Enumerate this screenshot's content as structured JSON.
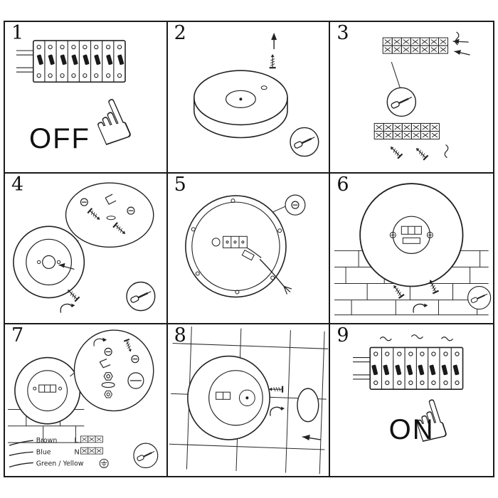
{
  "panels": [
    {
      "number": "1",
      "caption": "OFF"
    },
    {
      "number": "2"
    },
    {
      "number": "3"
    },
    {
      "number": "4"
    },
    {
      "number": "5"
    },
    {
      "number": "6"
    },
    {
      "number": "7",
      "wiring": {
        "brown": "Brown",
        "blue": "Blue",
        "green_yellow": "Green / Yellow",
        "live": "L",
        "neutral": "N"
      }
    },
    {
      "number": "8"
    },
    {
      "number": "9",
      "caption": "ON"
    }
  ],
  "colors": {
    "background": "#ffffff",
    "line_art": "#222222"
  },
  "icons": [
    "screwdriver-detail-icon",
    "hand-pointing-icon",
    "screw-icon",
    "arrow-up-icon",
    "turn-arrow-icon",
    "terminal-block-icon",
    "earth-ground-icon",
    "clip-icon",
    "hook-screw-icon",
    "nut-icon",
    "washer-icon"
  ]
}
